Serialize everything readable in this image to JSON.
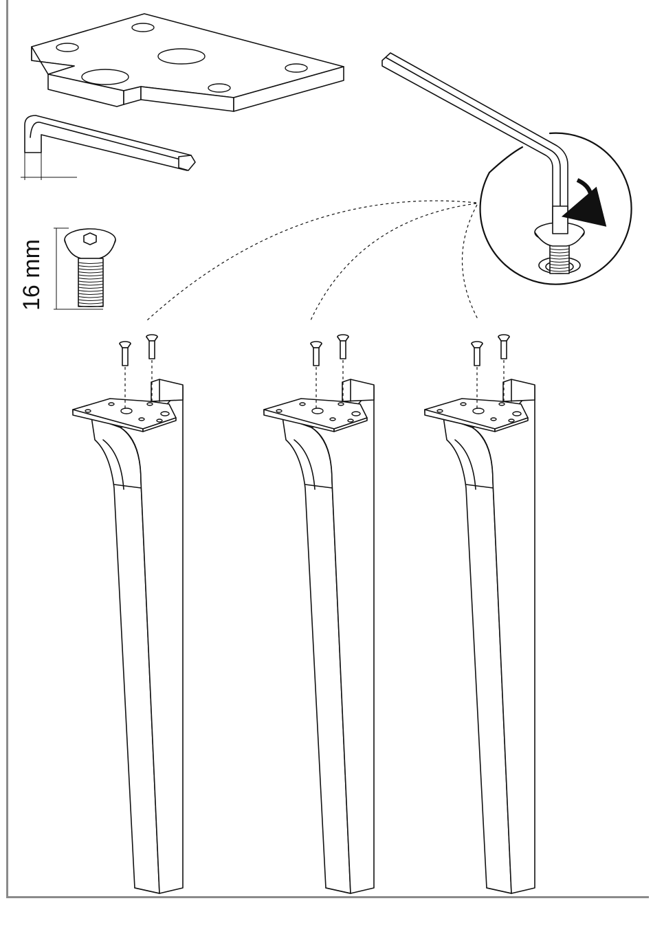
{
  "figure": {
    "screw_length_label": "16 mm"
  },
  "parts": {
    "mounting_plate": "mounting-plate",
    "allen_key": "allen-key",
    "screw": "countersunk-screw",
    "leg_count": 3,
    "screws_per_leg": 2
  },
  "detail": {
    "rotation": "clockwise-arrow-icon"
  }
}
